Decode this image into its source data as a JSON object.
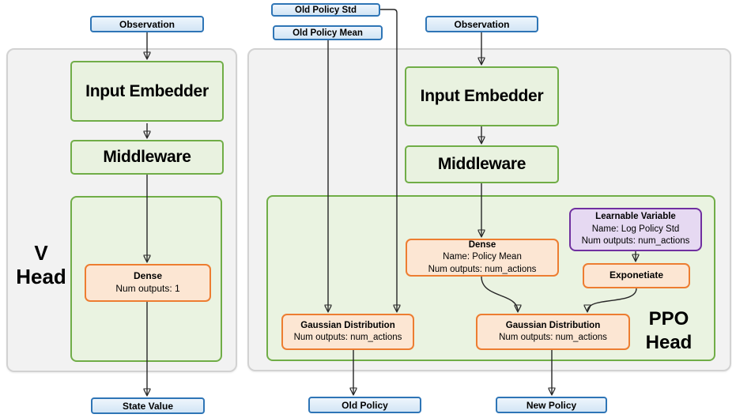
{
  "colors": {
    "blue_border": "#2e75b6",
    "blue_fill": "#d9e8f6",
    "green_border": "#70ad47",
    "green_fill": "#e9f2e0",
    "orange_border": "#ed7d31",
    "orange_fill": "#fce6d3",
    "purple_border": "#7030a0",
    "purple_fill": "#e6d9f2",
    "panel_fill": "#f2f2f2",
    "arrow": "#262626"
  },
  "io": {
    "observation_left": "Observation",
    "observation_right": "Observation",
    "old_policy_std": "Old Policy Std",
    "old_policy_mean": "Old Policy Mean",
    "state_value": "State Value",
    "old_policy": "Old Policy",
    "new_policy": "New Policy"
  },
  "v_head": {
    "label_line1": "V",
    "label_line2": "Head",
    "input_embedder": "Input Embedder",
    "middleware": "Middleware",
    "dense_title": "Dense",
    "dense_outputs": "Num outputs: 1"
  },
  "ppo_head": {
    "label_line1": "PPO",
    "label_line2": "Head",
    "input_embedder": "Input Embedder",
    "middleware": "Middleware",
    "dense_title": "Dense",
    "dense_name": "Name: Policy Mean",
    "dense_outputs": "Num outputs: num_actions",
    "learnable_title": "Learnable Variable",
    "learnable_name": "Name: Log Policy Std",
    "learnable_outputs": "Num outputs: num_actions",
    "exponetiate": "Exponetiate",
    "gaussian_old_title": "Gaussian Distribution",
    "gaussian_old_outputs": "Num outputs: num_actions",
    "gaussian_new_title": "Gaussian Distribution",
    "gaussian_new_outputs": "Num outputs: num_actions"
  }
}
